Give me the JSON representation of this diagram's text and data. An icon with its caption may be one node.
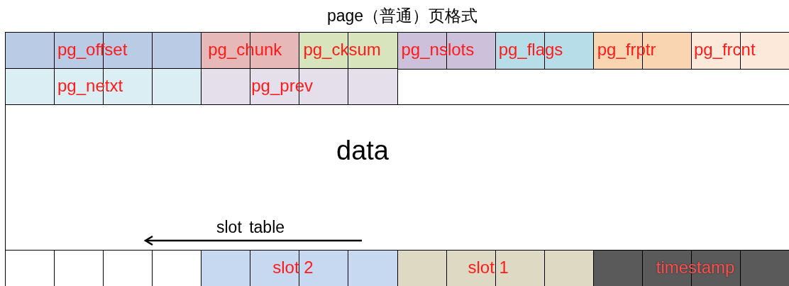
{
  "diagram": {
    "title": "page（普通）页格式",
    "nodes": [
      {
        "text": [
          "pg_offset"
        ]
      },
      {
        "text": [
          "pg_chunk"
        ]
      },
      {
        "text": [
          "pg_cksum"
        ]
      },
      {
        "text": [
          "pg_nslots"
        ]
      },
      {
        "text": [
          "pg_flags"
        ]
      },
      {
        "text": [
          "pg_frptr"
        ]
      },
      {
        "text": [
          "pg_frcnt"
        ]
      },
      {
        "text": [
          "pg_netxt"
        ]
      },
      {
        "text": [
          "pg_prev"
        ]
      },
      {
        "text": [
          "data"
        ]
      },
      {
        "text": [],
        "shape": "box"
      },
      {
        "text": [],
        "shape": "box"
      },
      {
        "text": [],
        "shape": "box"
      },
      {
        "text": [],
        "shape": "box"
      },
      {
        "text": [
          "slot 2"
        ]
      },
      {
        "text": [
          "slot 1"
        ]
      },
      {
        "text": [
          "timestamp"
        ]
      }
    ],
    "labels": [
      "slot table"
    ]
  }
}
